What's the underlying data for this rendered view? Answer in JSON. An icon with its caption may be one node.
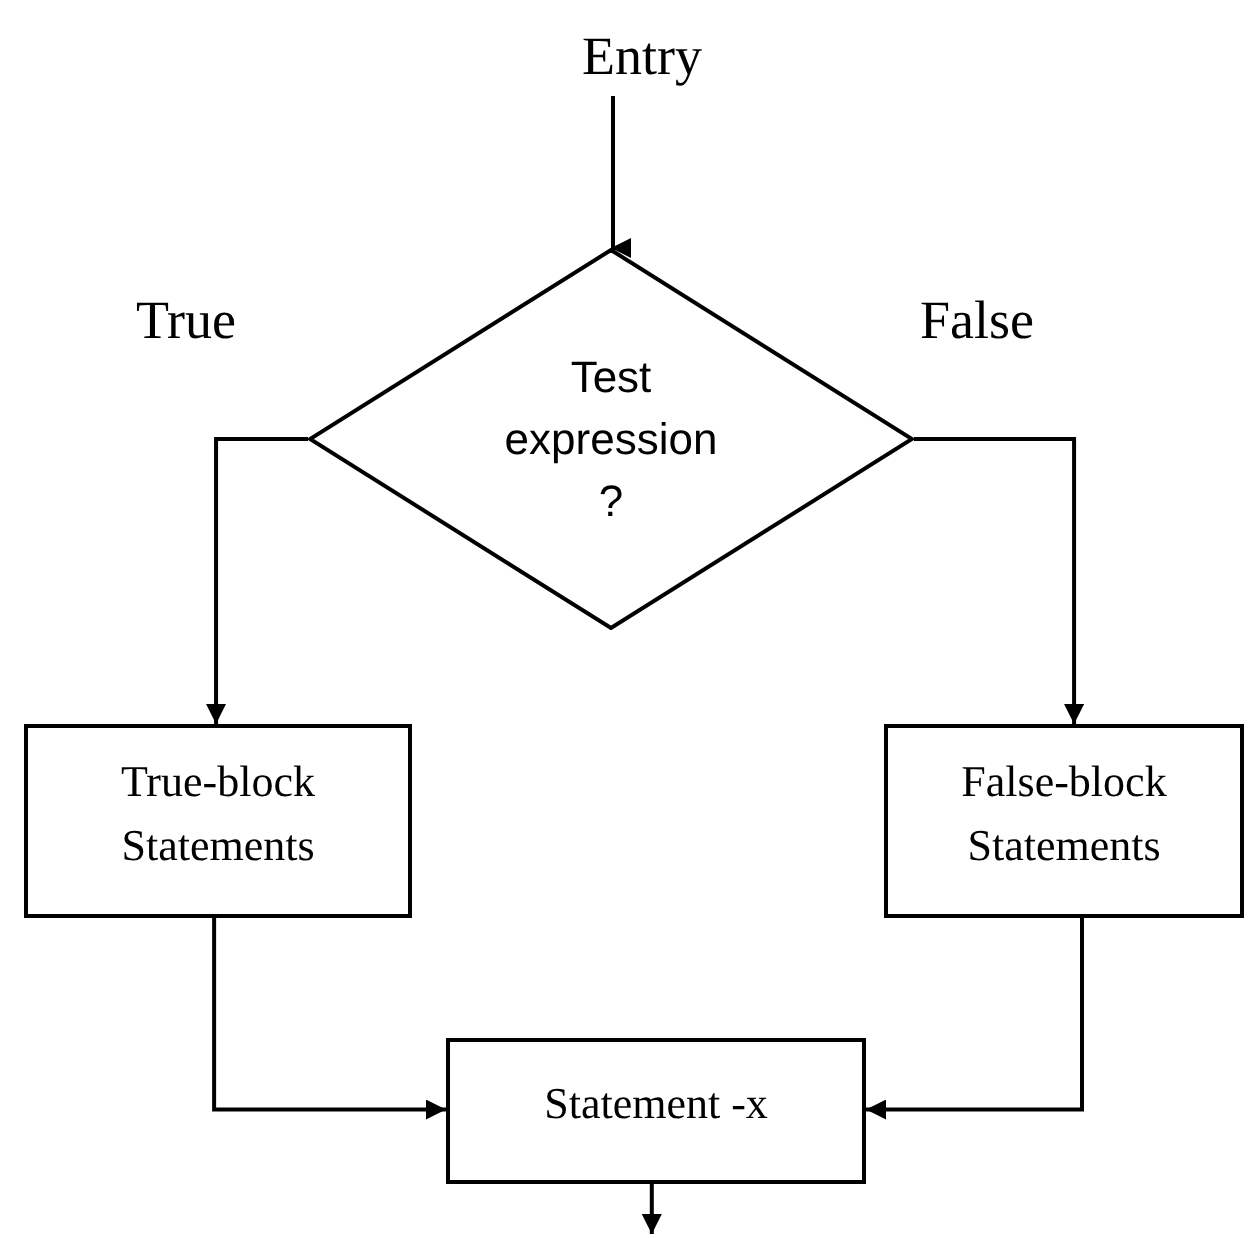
{
  "diagram": {
    "nodes": [
      {
        "text": [
          "Entry"
        ]
      },
      {
        "text": [
          "Test expression ?"
        ]
      },
      {
        "text": [
          "True-block Statements"
        ]
      },
      {
        "text": [
          "False-block Statements"
        ]
      },
      {
        "text": [
          "Statement -x"
        ]
      }
    ],
    "edges": [
      {
        "from": 0,
        "to": 1,
        "arrow": "to"
      },
      {
        "from": 1,
        "to": 2,
        "arrow": "to",
        "label": "True"
      },
      {
        "from": 1,
        "to": 3,
        "arrow": "to",
        "label": "False"
      },
      {
        "from": 2,
        "to": 4,
        "arrow": "to"
      },
      {
        "from": 3,
        "to": 4,
        "arrow": "to"
      },
      {
        "from": 4,
        "to": null,
        "arrow": "to"
      }
    ]
  }
}
